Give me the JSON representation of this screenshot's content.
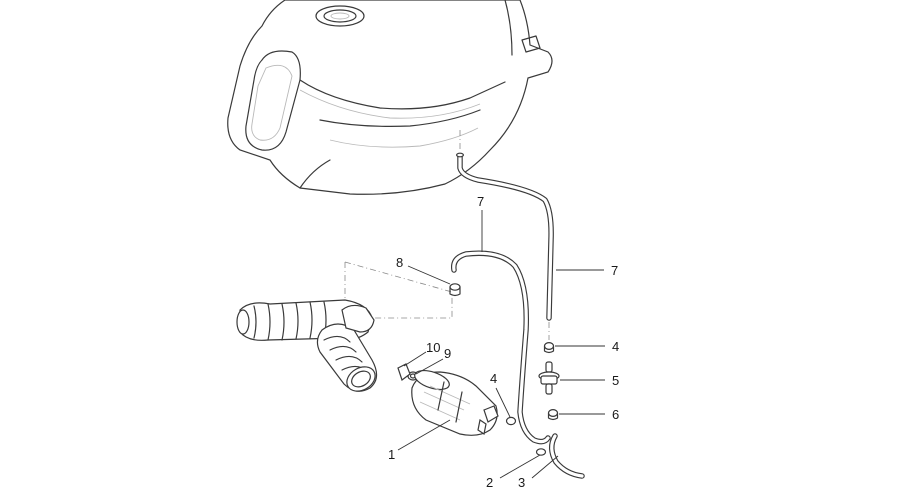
{
  "callouts": [
    {
      "id": "c1",
      "label": "1"
    },
    {
      "id": "c2",
      "label": "2"
    },
    {
      "id": "c3",
      "label": "3"
    },
    {
      "id": "c4a",
      "label": "4"
    },
    {
      "id": "c4b",
      "label": "4"
    },
    {
      "id": "c5",
      "label": "5"
    },
    {
      "id": "c6",
      "label": "6"
    },
    {
      "id": "c7a",
      "label": "7"
    },
    {
      "id": "c7b",
      "label": "7"
    },
    {
      "id": "c8",
      "label": "8"
    },
    {
      "id": "c9",
      "label": "9"
    },
    {
      "id": "c10",
      "label": "10"
    }
  ]
}
